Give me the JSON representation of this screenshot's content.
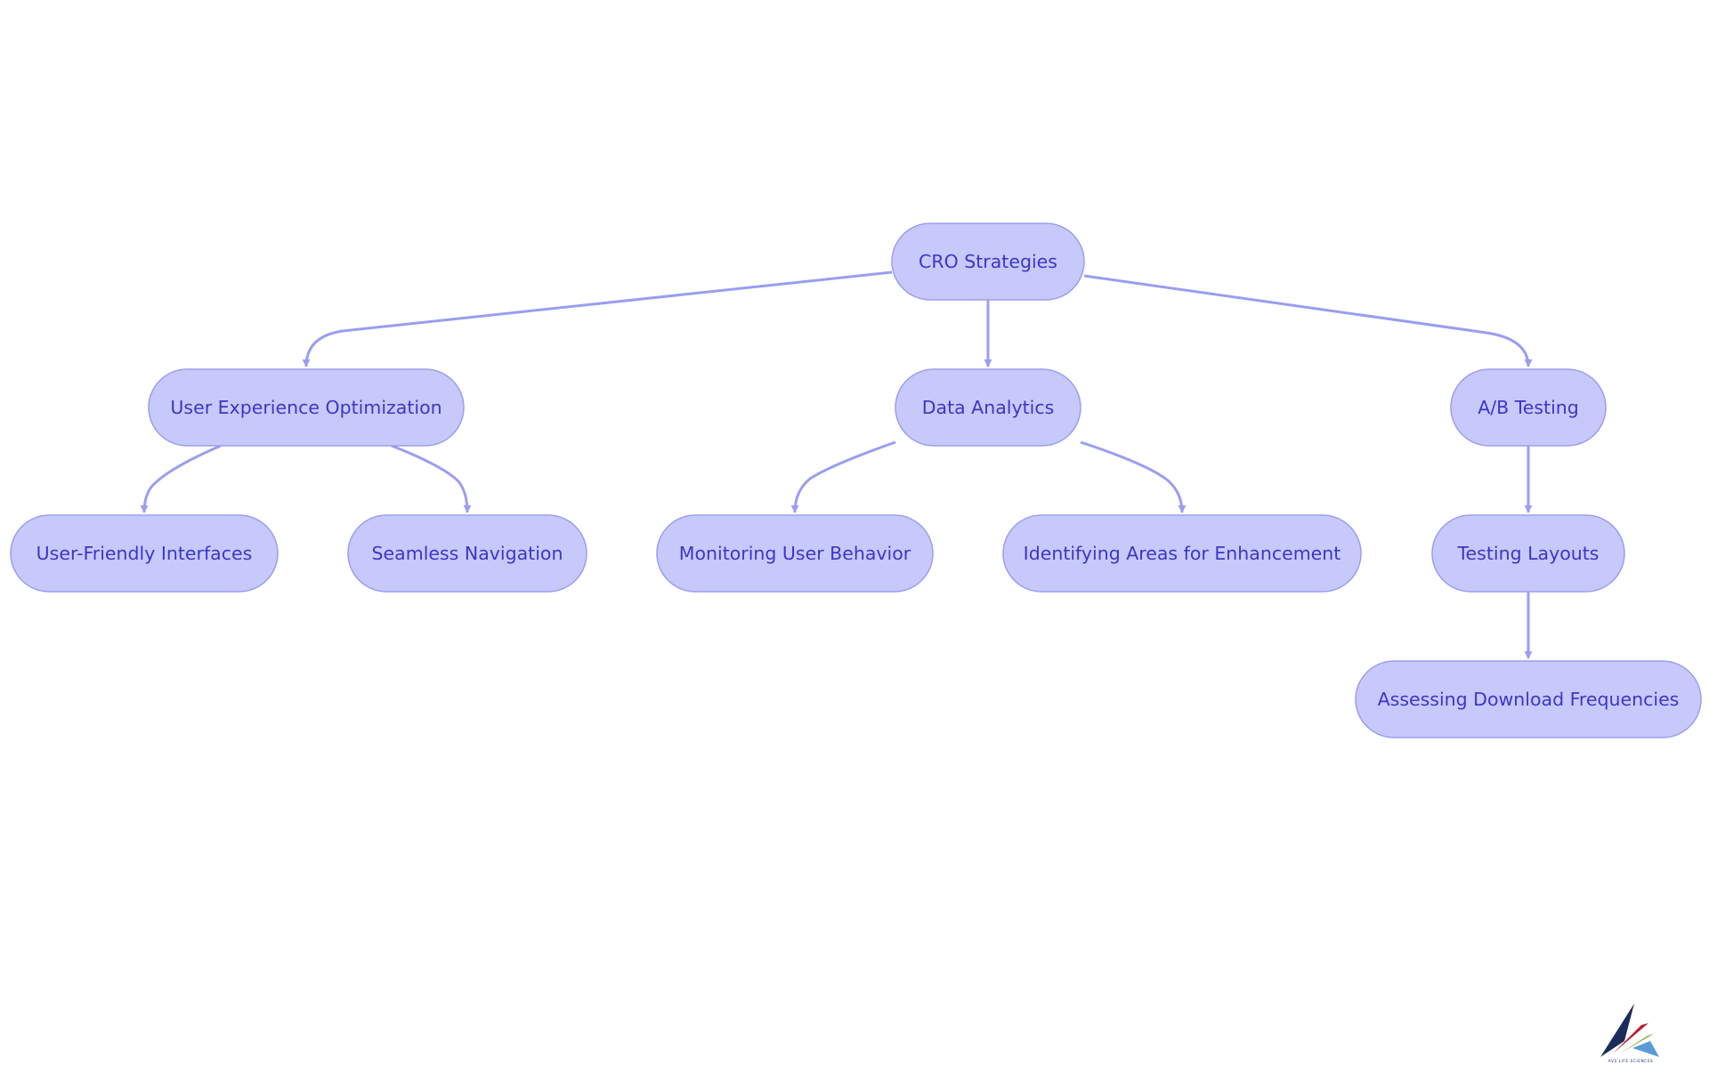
{
  "diagram": {
    "type": "flowchart-tree",
    "colors": {
      "node_fill": "#c8c9fb",
      "node_stroke": "#9b9df0",
      "node_text": "#3a37c9",
      "edge": "#9b9df0",
      "logo_navy": "#1b2c5a",
      "logo_red": "#b8202e",
      "logo_green": "#8fb34a",
      "logo_blue": "#5b9bd5"
    },
    "nodes": [
      {
        "id": "cro",
        "label": "CRO Strategies"
      },
      {
        "id": "ux",
        "label": "User Experience Optimization"
      },
      {
        "id": "da",
        "label": "Data Analytics"
      },
      {
        "id": "ab",
        "label": "A/B Testing"
      },
      {
        "id": "ufi",
        "label": "User-Friendly Interfaces"
      },
      {
        "id": "sn",
        "label": "Seamless Navigation"
      },
      {
        "id": "mub",
        "label": "Monitoring User Behavior"
      },
      {
        "id": "iae",
        "label": "Identifying Areas for Enhancement"
      },
      {
        "id": "tl",
        "label": "Testing Layouts"
      },
      {
        "id": "adf",
        "label": "Assessing Download Frequencies"
      }
    ],
    "edges": [
      {
        "from": "cro",
        "to": "ux"
      },
      {
        "from": "cro",
        "to": "da"
      },
      {
        "from": "cro",
        "to": "ab"
      },
      {
        "from": "ux",
        "to": "ufi"
      },
      {
        "from": "ux",
        "to": "sn"
      },
      {
        "from": "da",
        "to": "mub"
      },
      {
        "from": "da",
        "to": "iae"
      },
      {
        "from": "ab",
        "to": "tl"
      },
      {
        "from": "tl",
        "to": "adf"
      }
    ],
    "logo": {
      "icon": "mountain-peaks-logo-icon",
      "text": "AVS LIFE SCIENCES"
    }
  }
}
